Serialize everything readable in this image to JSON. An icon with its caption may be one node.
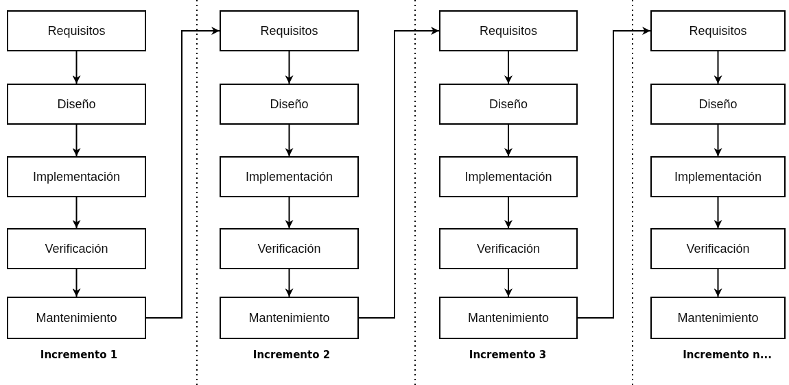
{
  "diagram": {
    "nodes": [
      {
        "text": [
          "Requisitos"
        ]
      },
      {
        "text": [
          "Diseño"
        ]
      },
      {
        "text": [
          "Implementación"
        ]
      },
      {
        "text": [
          "Verificación"
        ]
      },
      {
        "text": [
          "Mantenimiento"
        ]
      },
      {
        "text": [
          "Requisitos"
        ]
      },
      {
        "text": [
          "Diseño"
        ]
      },
      {
        "text": [
          "Implementación"
        ]
      },
      {
        "text": [
          "Verificación"
        ]
      },
      {
        "text": [
          "Mantenimiento"
        ]
      },
      {
        "text": [
          "Requisitos"
        ]
      },
      {
        "text": [
          "Diseño"
        ]
      },
      {
        "text": [
          "Implementación"
        ]
      },
      {
        "text": [
          "Verificación"
        ]
      },
      {
        "text": [
          "Mantenimiento"
        ]
      },
      {
        "text": [
          "Requisitos"
        ]
      },
      {
        "text": [
          "Diseño"
        ]
      },
      {
        "text": [
          "Implementación"
        ]
      },
      {
        "text": [
          "Verificación"
        ]
      },
      {
        "text": [
          "Mantenimiento"
        ]
      }
    ],
    "edges": [
      {
        "from": 0,
        "to": 1,
        "arrow": "to"
      },
      {
        "from": 1,
        "to": 2,
        "arrow": "to"
      },
      {
        "from": 2,
        "to": 3,
        "arrow": "to"
      },
      {
        "from": 3,
        "to": 4,
        "arrow": "to"
      },
      {
        "from": 4,
        "to": 5,
        "arrow": "to"
      },
      {
        "from": 5,
        "to": 6,
        "arrow": "to"
      },
      {
        "from": 6,
        "to": 7,
        "arrow": "to"
      },
      {
        "from": 7,
        "to": 8,
        "arrow": "to"
      },
      {
        "from": 8,
        "to": 9,
        "arrow": "to"
      },
      {
        "from": 9,
        "to": 10,
        "arrow": "to"
      },
      {
        "from": 10,
        "to": 11,
        "arrow": "to"
      },
      {
        "from": 11,
        "to": 12,
        "arrow": "to"
      },
      {
        "from": 12,
        "to": 13,
        "arrow": "to"
      },
      {
        "from": 13,
        "to": 14,
        "arrow": "to"
      },
      {
        "from": 14,
        "to": 15,
        "arrow": "to"
      },
      {
        "from": 15,
        "to": 16,
        "arrow": "to"
      },
      {
        "from": 16,
        "to": 17,
        "arrow": "to"
      },
      {
        "from": 17,
        "to": 18,
        "arrow": "to"
      },
      {
        "from": 18,
        "to": 19,
        "arrow": "to"
      }
    ],
    "labels": [
      "Incremento 1",
      "Incremento 2",
      "Incremento 3",
      "Incremento n..."
    ]
  }
}
